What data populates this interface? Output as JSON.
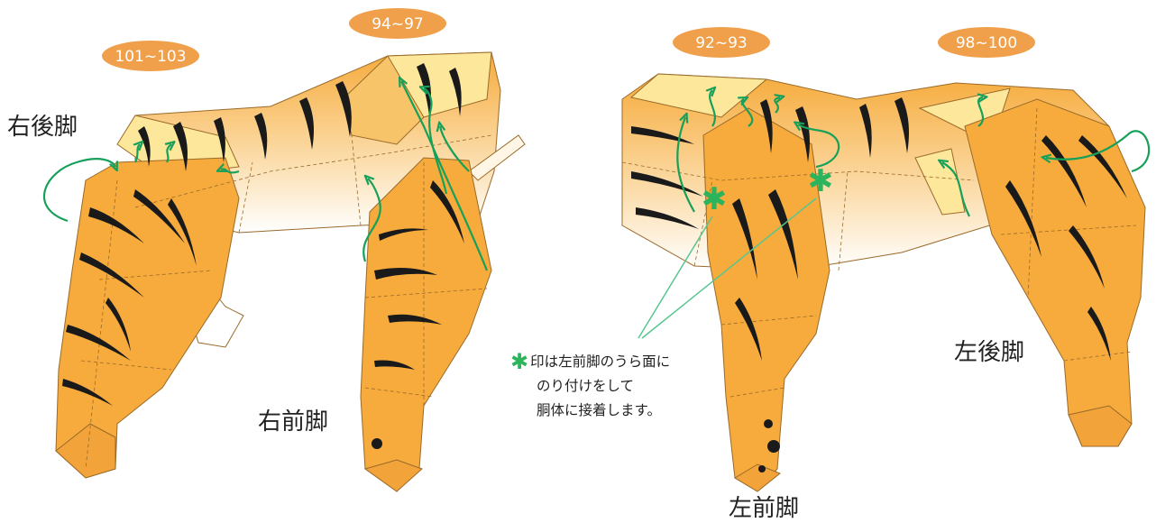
{
  "page_ranges": {
    "right_hind": "101~103",
    "right_front": "94~97",
    "left_front": "92~93",
    "left_hind": "98~100"
  },
  "legs": {
    "right_hind": "右後脚",
    "right_front": "右前脚",
    "left_hind": "左後脚",
    "left_front": "左前脚"
  },
  "note": {
    "mark": "✱",
    "line1": "印は左前脚のうら面に",
    "line2": "のり付けをして",
    "line3": "胴体に接着します。"
  },
  "colors": {
    "badge": "#f0a04b",
    "fur": "#f6ab3c",
    "fur_light": "#fde79a",
    "stripe": "#1a1a1a",
    "arrow": "#17a05a",
    "guide_line": "#58c68f",
    "outline": "#9a6a2a"
  }
}
